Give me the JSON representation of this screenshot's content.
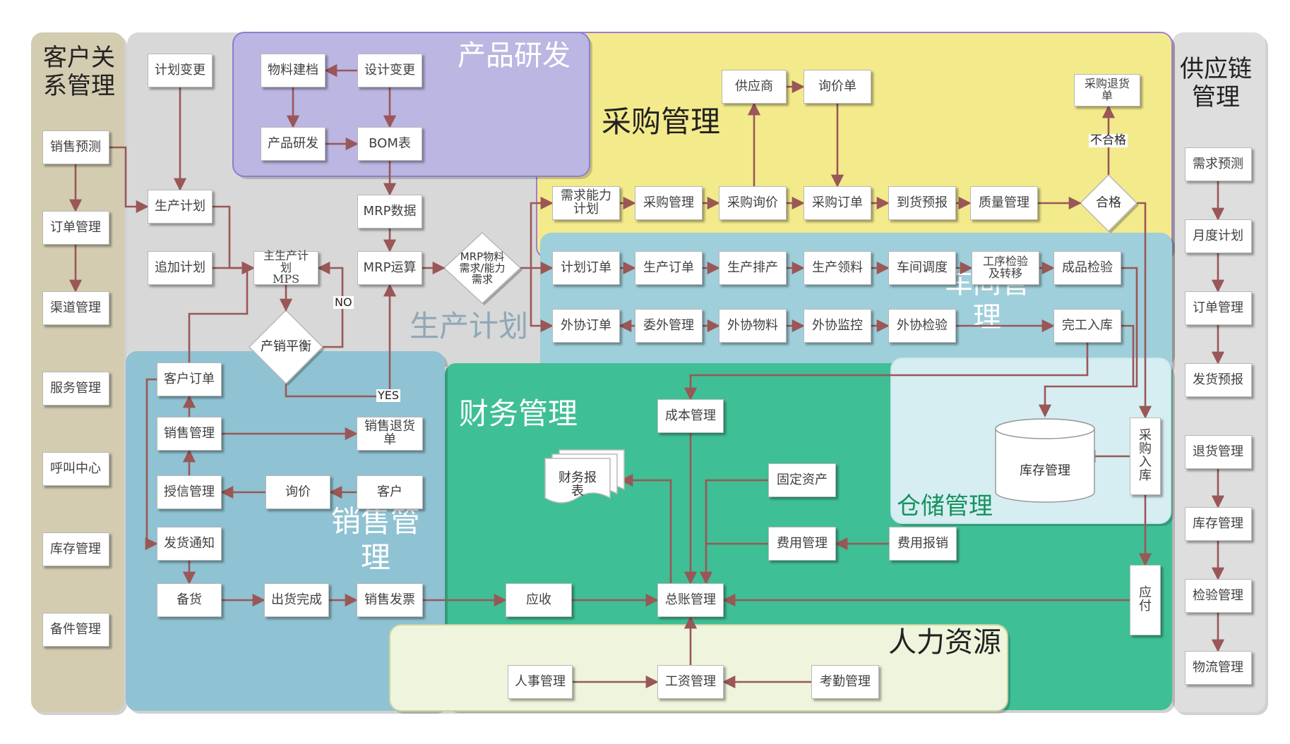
{
  "colors": {
    "crm_panel": "#d3ccb0",
    "supply_panel": "#dedede",
    "plan_panel": "#d8d8d8",
    "rd_panel": "#bbb6e2",
    "purchase_panel": "#f3ea8c",
    "workshop_panel": "#9fcfda",
    "finance_panel": "#3fbf95",
    "sales_panel": "#8fc2d2",
    "warehouse_panel": "#d6eef2",
    "hr_panel": "#eef5dc",
    "arrow": "#9a5757"
  },
  "sections": {
    "crm": "客户关系管理",
    "supply": "供应链管理",
    "rd": "产品研发",
    "purchase": "采购管理",
    "plan": "生产计划",
    "workshop": "车间管理",
    "finance": "财务管理",
    "sales": "销售管理",
    "warehouse": "仓储管理",
    "hr": "人力资源"
  },
  "crm_items": [
    "销售预测",
    "订单管理",
    "渠道管理",
    "服务管理",
    "呼叫中心",
    "库存管理",
    "备件管理"
  ],
  "supply_items": [
    "需求预测",
    "月度计划",
    "订单管理",
    "发货预报",
    "退货管理",
    "库存管理",
    "检验管理",
    "物流管理"
  ],
  "nodes": {
    "plan_change": "计划变更",
    "material_build": "物料建档",
    "design_change": "设计变更",
    "product_rd": "产品研发",
    "bom": "BOM表",
    "prod_plan": "生产计划",
    "add_plan": "追加计划",
    "mps": "主生产计\n划\nMPS",
    "mrp_data": "MRP数据",
    "mrp_calc": "MRP运算",
    "supplier": "供应商",
    "inquiry_sheet": "询价单",
    "return_po": "采购退货\n单",
    "demand_plan": "需求能力\n计划",
    "purchase_mgmt": "采购管理",
    "purchase_inquiry": "采购询价",
    "purchase_order": "采购订单",
    "arrival_notice": "到货预报",
    "quality_mgmt": "质量管理",
    "plan_order": "计划订单",
    "prod_order": "生产订单",
    "prod_schedule": "生产排产",
    "prod_material": "生产领料",
    "shop_dispatch": "车间调度",
    "process_inspect": "工序检验\n及转移",
    "finished_inspect": "成品检验",
    "outsource_order": "外协订单",
    "outsource_mgmt": "委外管理",
    "outsource_material": "外协物料",
    "outsource_monitor": "外协监控",
    "outsource_inspect": "外协检验",
    "completion_stock": "完工入库",
    "customer_order": "客户订单",
    "sales_mgmt": "销售管理",
    "sales_return": "销售退货\n单",
    "credit_mgmt": "授信管理",
    "price_inquiry": "询价",
    "customer": "客户",
    "ship_notice": "发货通知",
    "stock_prep": "备货",
    "ship_done": "出货完成",
    "sales_invoice": "销售发票",
    "receivable": "应收",
    "cost_mgmt": "成本管理",
    "fin_report": "财务报\n表",
    "fixed_assets": "固定资产",
    "expense_mgmt": "费用管理",
    "expense_claim": "费用报销",
    "ledger": "总账管理",
    "inventory": "库存管理",
    "purchase_in": "采\n购\n入\n库",
    "payable": "应\n付",
    "hr_mgmt": "人事管理",
    "payroll": "工资管理",
    "attendance": "考勤管理"
  },
  "diamonds": {
    "balance": "产销平衡",
    "mrp_req": "MRP物料\n需求/能力\n需求",
    "qualified": "合格"
  },
  "edge_labels": {
    "no": "NO",
    "yes": "YES",
    "unqualified": "不合格"
  }
}
